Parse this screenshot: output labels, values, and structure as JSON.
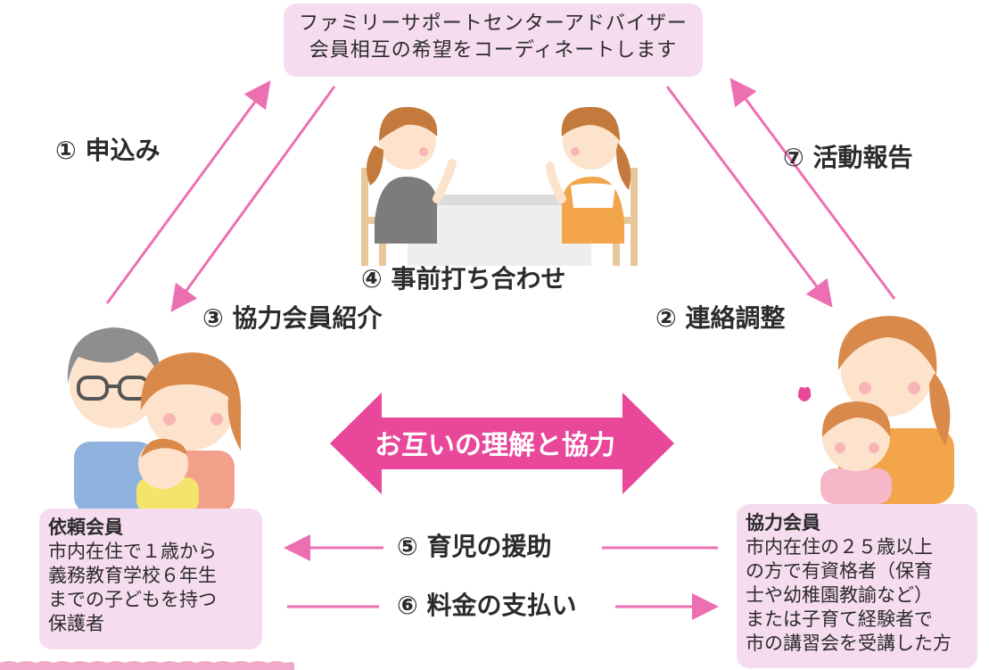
{
  "adviser": {
    "line1": "ファミリーサポートセンターアドバイザー",
    "line2": "会員相互の希望をコーディネートします"
  },
  "steps": {
    "s1": "① 申込み",
    "s2": "② 連絡調整",
    "s3": "③ 協力会員紹介",
    "s4": "④ 事前打ち合わせ",
    "s5": "⑤ 育児の援助",
    "s6": "⑥ 料金の支払い",
    "s7": "⑦ 活動報告"
  },
  "center": {
    "label": "お互いの理解と協力"
  },
  "requester": {
    "title": "依頼会員",
    "lines": [
      "市内在住で１歳から",
      "義務教育学校６年生",
      "までの子どもを持つ",
      "保護者"
    ]
  },
  "helper": {
    "title": "協力会員",
    "lines": [
      "市内在住の２５歳以上",
      "の方で有資格者（保育",
      "士や幼稚園教諭など）",
      "または子育て経験者で",
      "市の講習会を受講した方"
    ]
  },
  "colors": {
    "accent": "#e8479a",
    "box_bg": "#f6dcef",
    "arrow_line": "#ec6fb2"
  },
  "icons": [
    "meeting-illustration",
    "family-illustration",
    "helper-illustration",
    "heart-icon"
  ]
}
